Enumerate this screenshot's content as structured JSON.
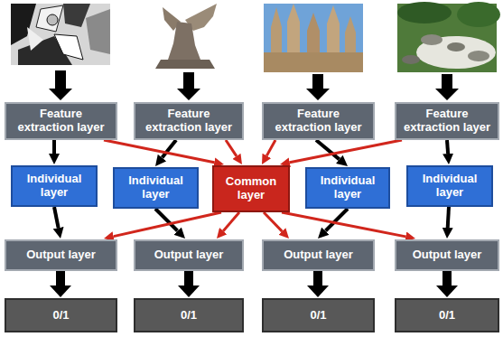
{
  "diagram": {
    "nodes": [
      {
        "text": [
          "Feature extraction layer"
        ]
      },
      {
        "text": [
          "Feature extraction layer"
        ]
      },
      {
        "text": [
          "Feature extraction layer"
        ]
      },
      {
        "text": [
          "Feature extraction layer"
        ]
      },
      {
        "text": [
          "Individual layer"
        ]
      },
      {
        "text": [
          "Individual layer"
        ]
      },
      {
        "text": [
          "Common layer"
        ]
      },
      {
        "text": [
          "Individual layer"
        ]
      },
      {
        "text": [
          "Individual layer"
        ]
      },
      {
        "text": [
          "Output layer"
        ]
      },
      {
        "text": [
          "Output layer"
        ]
      },
      {
        "text": [
          "Output layer"
        ]
      },
      {
        "text": [
          "Output layer"
        ]
      },
      {
        "text": [
          "0/1"
        ]
      },
      {
        "text": [
          "0/1"
        ]
      },
      {
        "text": [
          "0/1"
        ]
      },
      {
        "text": [
          "0/1"
        ]
      }
    ],
    "edges": [
      {
        "from": 0,
        "to": 4,
        "arrow": "to"
      },
      {
        "from": 1,
        "to": 5,
        "arrow": "to"
      },
      {
        "from": 2,
        "to": 7,
        "arrow": "to"
      },
      {
        "from": 3,
        "to": 8,
        "arrow": "to"
      },
      {
        "from": 0,
        "to": 6,
        "arrow": "to"
      },
      {
        "from": 1,
        "to": 6,
        "arrow": "to"
      },
      {
        "from": 2,
        "to": 6,
        "arrow": "to"
      },
      {
        "from": 3,
        "to": 6,
        "arrow": "to"
      },
      {
        "from": 4,
        "to": 9,
        "arrow": "to"
      },
      {
        "from": 5,
        "to": 10,
        "arrow": "to"
      },
      {
        "from": 7,
        "to": 11,
        "arrow": "to"
      },
      {
        "from": 8,
        "to": 12,
        "arrow": "to"
      },
      {
        "from": 6,
        "to": 9,
        "arrow": "to"
      },
      {
        "from": 6,
        "to": 10,
        "arrow": "to"
      },
      {
        "from": 6,
        "to": 11,
        "arrow": "to"
      },
      {
        "from": 6,
        "to": 12,
        "arrow": "to"
      },
      {
        "from": 9,
        "to": 13,
        "arrow": "to"
      },
      {
        "from": 10,
        "to": 14,
        "arrow": "to"
      },
      {
        "from": 11,
        "to": 15,
        "arrow": "to"
      },
      {
        "from": 12,
        "to": 16,
        "arrow": "to"
      }
    ]
  }
}
